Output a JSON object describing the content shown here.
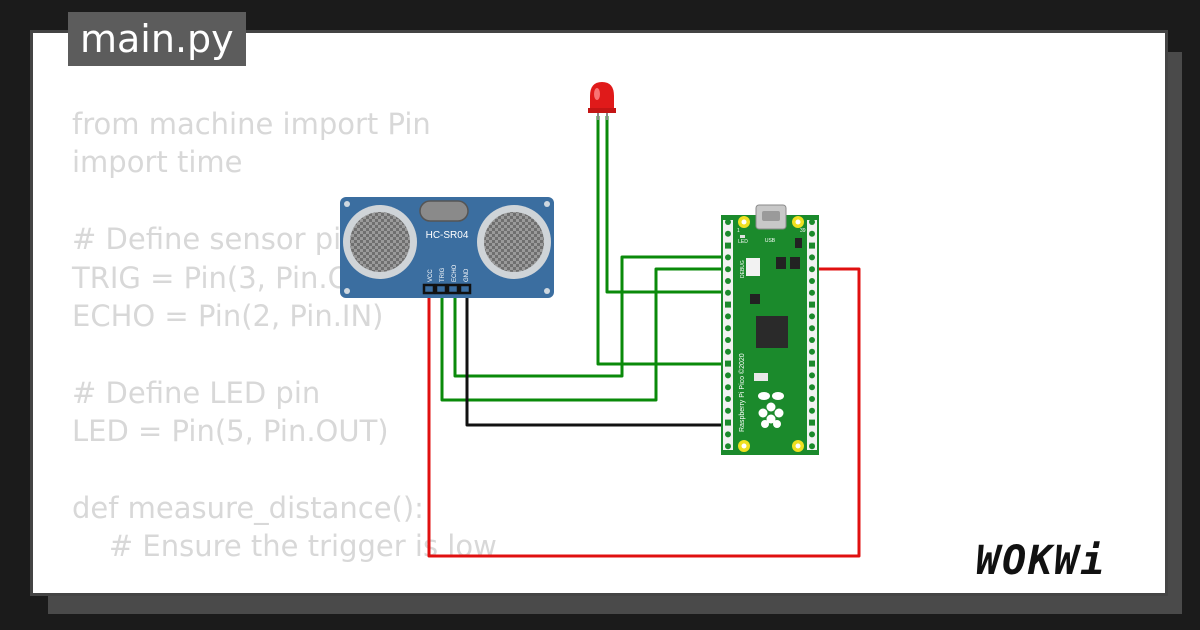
{
  "editor": {
    "file_tab": "main.py",
    "code_lines": [
      "from machine import Pin",
      "import time",
      "",
      "# Define sensor pi",
      "TRIG = Pin(3, Pin.O",
      "ECHO = Pin(2, Pin.IN)",
      "",
      "# Define LED pin",
      "LED = Pin(5, Pin.OUT)",
      "",
      "def measure_distance():",
      "    # Ensure the trigger is low"
    ]
  },
  "sensor": {
    "model": "HC-SR04",
    "pins": [
      "VCC",
      "TRIG",
      "ECHO",
      "GND"
    ]
  },
  "pico": {
    "label": "Raspberry Pi Pico ©2020",
    "usb": "USB",
    "led": "LED",
    "debug": "DEBUG",
    "pin1": "1",
    "pin39": "39"
  },
  "brand": {
    "logo": "WOKWi"
  },
  "colors": {
    "wire_green": "#0a8a0a",
    "wire_red": "#e01010",
    "wire_black": "#111111",
    "board_green": "#1b8a2c",
    "sensor_blue": "#3b6ea0",
    "led_red": "#e01a1a"
  }
}
